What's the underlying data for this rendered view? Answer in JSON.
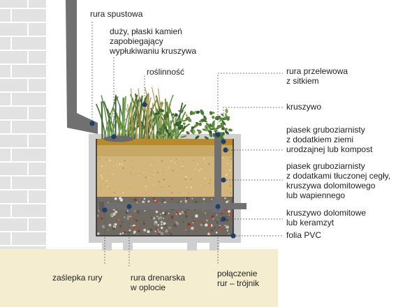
{
  "labels": {
    "downpipe": "rura spustowa",
    "stone": "duży, płaski kamień\nzapobiegający\nwypłukiwaniu kruszywa",
    "plants": "roślinność",
    "overflow": "rura przelewowa\nz sitkiem",
    "aggregate": "kruszywo",
    "sand_topsoil": "piasek gruboziarnisty\nz dodatkiem ziemi\nurodzajnej lub kompost",
    "sand_brick": "piasek gruboziarnisty\nz dodatkami tłuczonej cegły,\nkruszywa dolomitowego\nlub wapiennego",
    "dolomite": "kruszywo dolomitowe\nlub keramzyt",
    "pvc": "folia PVC",
    "cap": "zaślepka rury",
    "drain": "rura drenarska\nw oplocie",
    "tee": "połączenie\nrur – trójnik"
  },
  "colors": {
    "wall": "#e2e2e2",
    "wall_joint": "#ffffff",
    "ground": "#f5edcf",
    "concrete": "#cfcfcf",
    "pipe": "#707070",
    "sand_top": "#c7a865",
    "sand_mid": "#d3b67c",
    "gravel": "#6f6b63",
    "mulch": "#b98a2c",
    "marker": "#1f3f6a",
    "leader": "#555555"
  }
}
